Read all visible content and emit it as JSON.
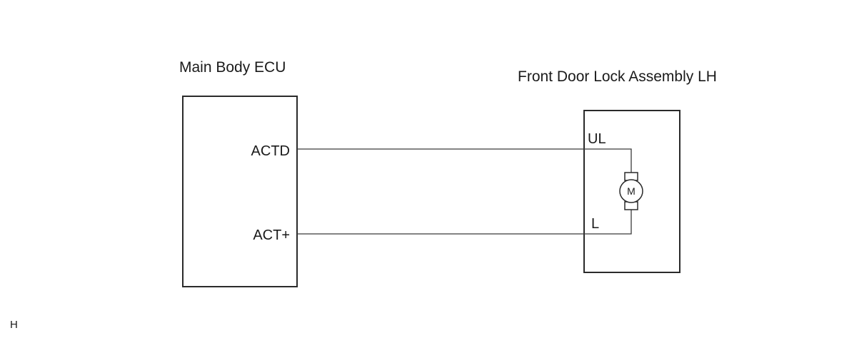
{
  "ecu": {
    "label": "Main Body ECU",
    "pins": {
      "actd": "ACTD",
      "act_plus": "ACT+"
    }
  },
  "door_lock": {
    "label": "Front Door Lock Assembly LH",
    "pins": {
      "ul": "UL",
      "l": "L"
    },
    "motor_symbol": "M"
  },
  "corner_label": "H"
}
